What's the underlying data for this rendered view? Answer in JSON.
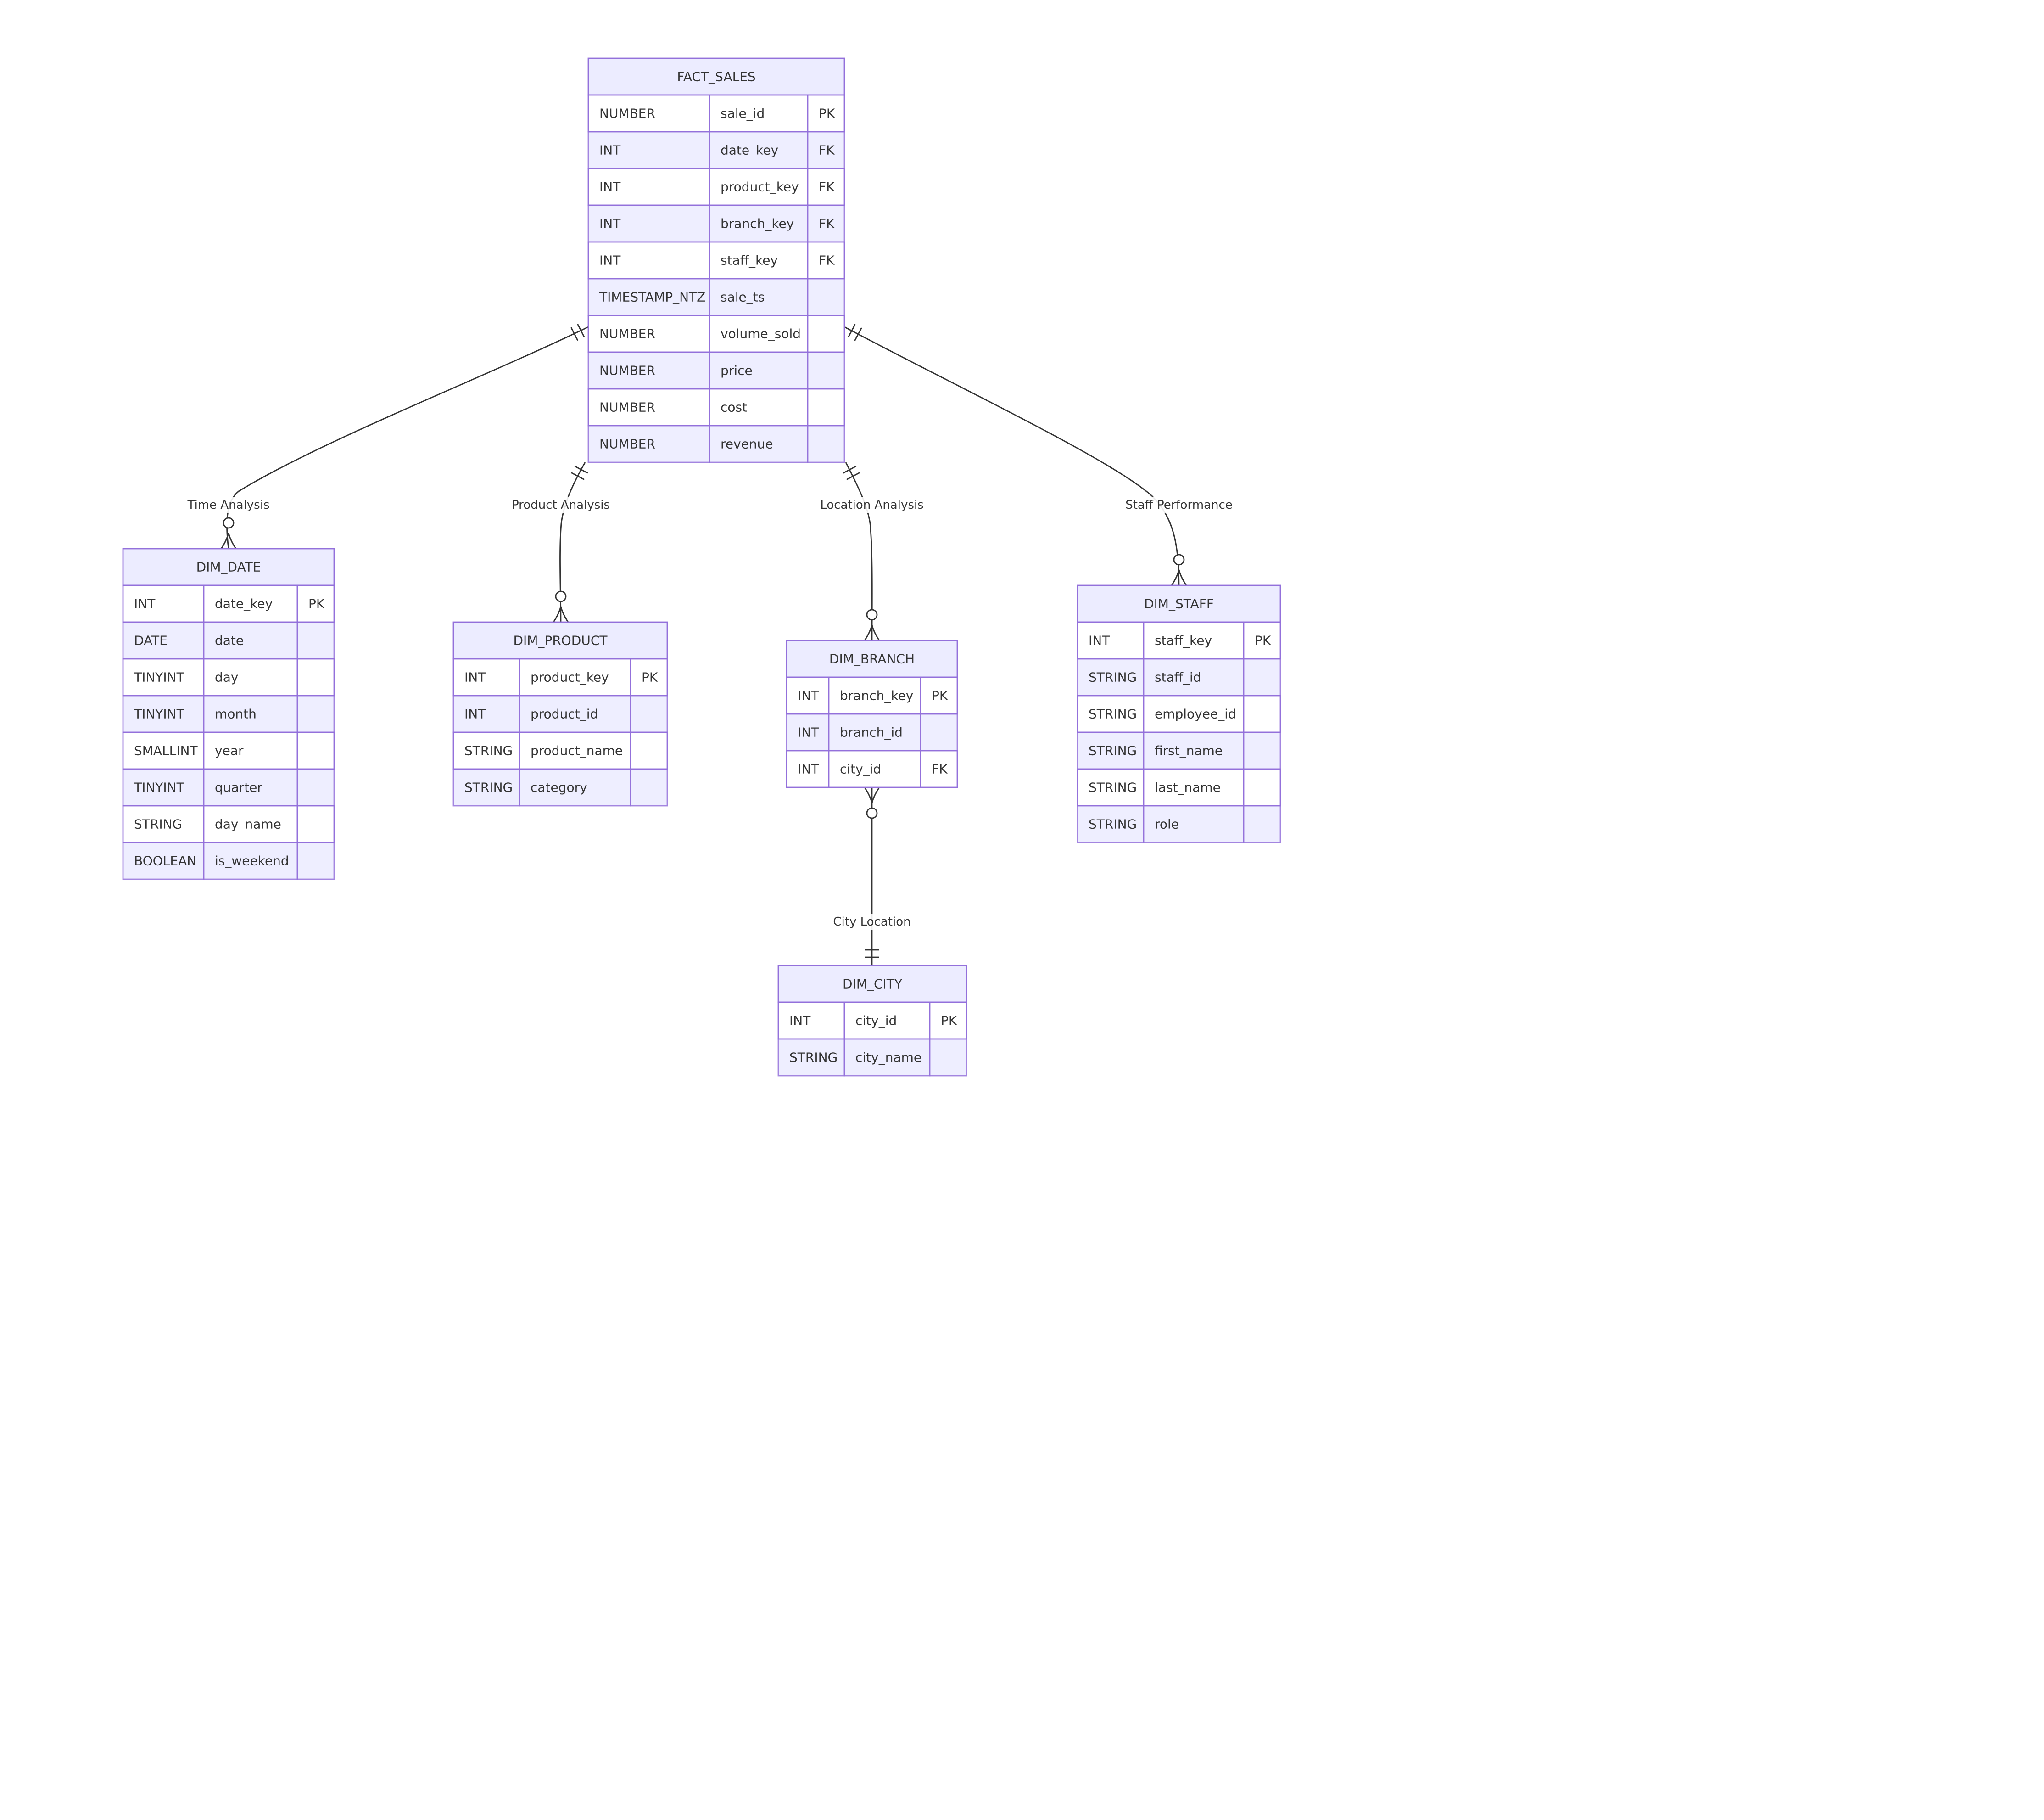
{
  "entities": [
    {
      "id": "FACT_SALES",
      "name": "FACT_SALES",
      "attributes": [
        {
          "type": "NUMBER",
          "name": "sale_id",
          "key": "PK"
        },
        {
          "type": "INT",
          "name": "date_key",
          "key": "FK"
        },
        {
          "type": "INT",
          "name": "product_key",
          "key": "FK"
        },
        {
          "type": "INT",
          "name": "branch_key",
          "key": "FK"
        },
        {
          "type": "INT",
          "name": "staff_key",
          "key": "FK"
        },
        {
          "type": "TIMESTAMP_NTZ",
          "name": "sale_ts",
          "key": ""
        },
        {
          "type": "NUMBER",
          "name": "volume_sold",
          "key": ""
        },
        {
          "type": "NUMBER",
          "name": "price",
          "key": ""
        },
        {
          "type": "NUMBER",
          "name": "cost",
          "key": ""
        },
        {
          "type": "NUMBER",
          "name": "revenue",
          "key": ""
        }
      ]
    },
    {
      "id": "DIM_DATE",
      "name": "DIM_DATE",
      "attributes": [
        {
          "type": "INT",
          "name": "date_key",
          "key": "PK"
        },
        {
          "type": "DATE",
          "name": "date",
          "key": ""
        },
        {
          "type": "TINYINT",
          "name": "day",
          "key": ""
        },
        {
          "type": "TINYINT",
          "name": "month",
          "key": ""
        },
        {
          "type": "SMALLINT",
          "name": "year",
          "key": ""
        },
        {
          "type": "TINYINT",
          "name": "quarter",
          "key": ""
        },
        {
          "type": "STRING",
          "name": "day_name",
          "key": ""
        },
        {
          "type": "BOOLEAN",
          "name": "is_weekend",
          "key": ""
        }
      ]
    },
    {
      "id": "DIM_PRODUCT",
      "name": "DIM_PRODUCT",
      "attributes": [
        {
          "type": "INT",
          "name": "product_key",
          "key": "PK"
        },
        {
          "type": "INT",
          "name": "product_id",
          "key": ""
        },
        {
          "type": "STRING",
          "name": "product_name",
          "key": ""
        },
        {
          "type": "STRING",
          "name": "category",
          "key": ""
        }
      ]
    },
    {
      "id": "DIM_BRANCH",
      "name": "DIM_BRANCH",
      "attributes": [
        {
          "type": "INT",
          "name": "branch_key",
          "key": "PK"
        },
        {
          "type": "INT",
          "name": "branch_id",
          "key": ""
        },
        {
          "type": "INT",
          "name": "city_id",
          "key": "FK"
        }
      ]
    },
    {
      "id": "DIM_STAFF",
      "name": "DIM_STAFF",
      "attributes": [
        {
          "type": "INT",
          "name": "staff_key",
          "key": "PK"
        },
        {
          "type": "STRING",
          "name": "staff_id",
          "key": ""
        },
        {
          "type": "STRING",
          "name": "employee_id",
          "key": ""
        },
        {
          "type": "STRING",
          "name": "first_name",
          "key": ""
        },
        {
          "type": "STRING",
          "name": "last_name",
          "key": ""
        },
        {
          "type": "STRING",
          "name": "role",
          "key": ""
        }
      ]
    },
    {
      "id": "DIM_CITY",
      "name": "DIM_CITY",
      "attributes": [
        {
          "type": "INT",
          "name": "city_id",
          "key": "PK"
        },
        {
          "type": "STRING",
          "name": "city_name",
          "key": ""
        }
      ]
    }
  ],
  "relationships": [
    {
      "id": "time-analysis",
      "from": "FACT_SALES",
      "to": "DIM_DATE",
      "label": "Time Analysis",
      "from_cardinality": "exactly-one",
      "to_cardinality": "zero-or-many"
    },
    {
      "id": "product-analysis",
      "from": "FACT_SALES",
      "to": "DIM_PRODUCT",
      "label": "Product Analysis",
      "from_cardinality": "exactly-one",
      "to_cardinality": "zero-or-many"
    },
    {
      "id": "location-analysis",
      "from": "FACT_SALES",
      "to": "DIM_BRANCH",
      "label": "Location Analysis",
      "from_cardinality": "exactly-one",
      "to_cardinality": "zero-or-many"
    },
    {
      "id": "staff-performance",
      "from": "FACT_SALES",
      "to": "DIM_STAFF",
      "label": "Staff Performance",
      "from_cardinality": "exactly-one",
      "to_cardinality": "zero-or-many"
    },
    {
      "id": "city-location",
      "from": "DIM_CITY",
      "to": "DIM_BRANCH",
      "label": "City Location",
      "from_cardinality": "exactly-one",
      "to_cardinality": "zero-or-many"
    }
  ],
  "colors": {
    "entity_fill": "#ECECFF",
    "entity_stroke": "#9370DB",
    "line": "#333333",
    "text": "#333333"
  }
}
